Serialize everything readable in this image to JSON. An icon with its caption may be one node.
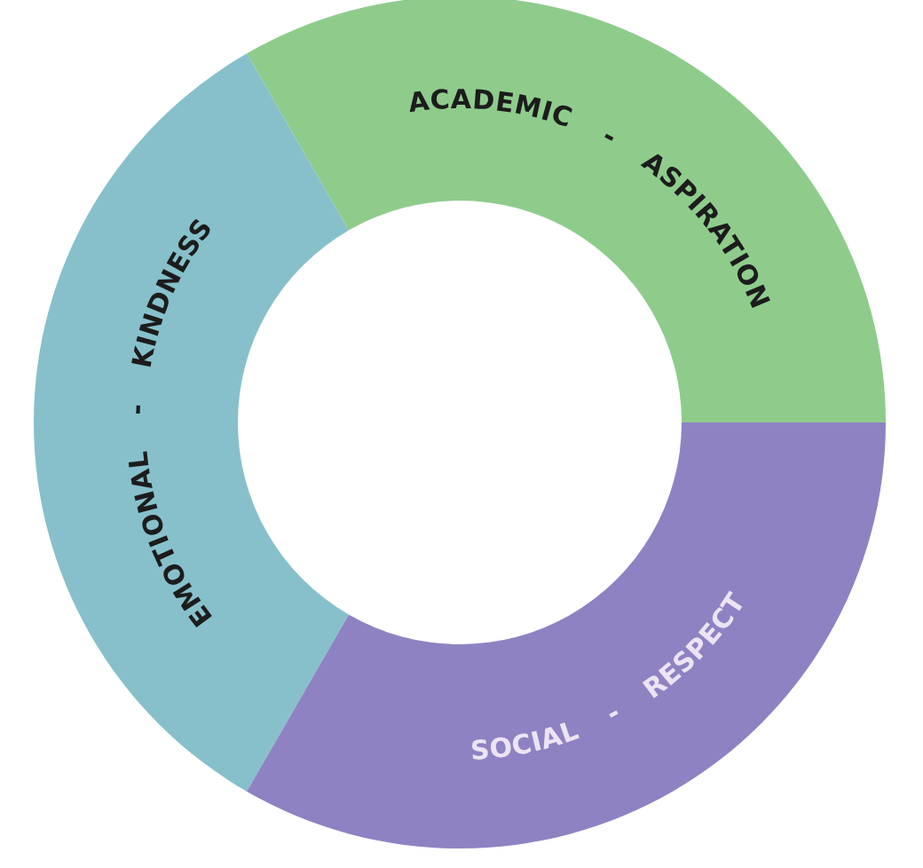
{
  "diagram": {
    "nodes": [
      {
        "text": [
          "ACADEMIC - ASPIRATION"
        ]
      },
      {
        "text": [
          "EMOTIONAL - KINDNESS"
        ]
      },
      {
        "text": [
          "SOCIAL - RESPECT"
        ]
      }
    ]
  }
}
